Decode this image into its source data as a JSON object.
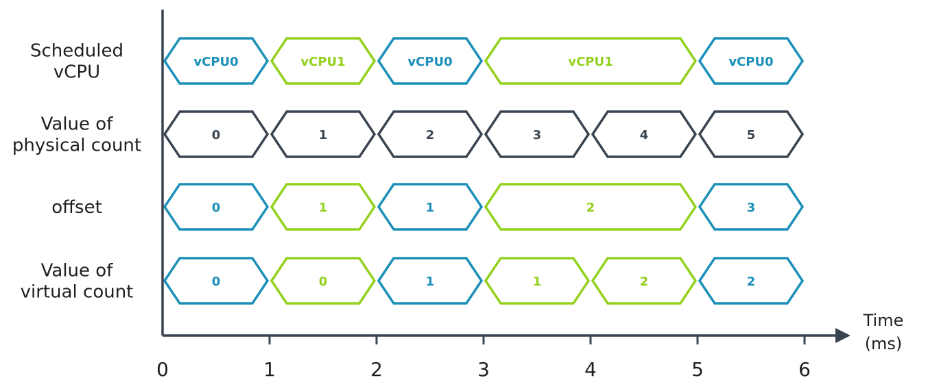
{
  "colors": {
    "blue": "#1b8fb8",
    "green": "#93d11d",
    "dark": "#3a4450",
    "axis": "#3a4450"
  },
  "axis": {
    "title_line1": "Time",
    "title_line2": "(ms)",
    "ticks": [
      "0",
      "1",
      "2",
      "3",
      "4",
      "5",
      "6"
    ]
  },
  "rows": [
    {
      "label_lines": [
        "Scheduled",
        "vCPU"
      ],
      "segments": [
        {
          "start": 0,
          "end": 1,
          "text": "vCPU0",
          "color": "blue"
        },
        {
          "start": 1,
          "end": 2,
          "text": "vCPU1",
          "color": "green"
        },
        {
          "start": 2,
          "end": 3,
          "text": "vCPU0",
          "color": "blue"
        },
        {
          "start": 3,
          "end": 5,
          "text": "vCPU1",
          "color": "green"
        },
        {
          "start": 5,
          "end": 6,
          "text": "vCPU0",
          "color": "blue"
        }
      ]
    },
    {
      "label_lines": [
        "Value of",
        "physical count"
      ],
      "segments": [
        {
          "start": 0,
          "end": 1,
          "text": "0",
          "color": "dark"
        },
        {
          "start": 1,
          "end": 2,
          "text": "1",
          "color": "dark"
        },
        {
          "start": 2,
          "end": 3,
          "text": "2",
          "color": "dark"
        },
        {
          "start": 3,
          "end": 4,
          "text": "3",
          "color": "dark"
        },
        {
          "start": 4,
          "end": 5,
          "text": "4",
          "color": "dark"
        },
        {
          "start": 5,
          "end": 6,
          "text": "5",
          "color": "dark"
        }
      ]
    },
    {
      "label_lines": [
        "offset"
      ],
      "segments": [
        {
          "start": 0,
          "end": 1,
          "text": "0",
          "color": "blue"
        },
        {
          "start": 1,
          "end": 2,
          "text": "1",
          "color": "green"
        },
        {
          "start": 2,
          "end": 3,
          "text": "1",
          "color": "blue"
        },
        {
          "start": 3,
          "end": 5,
          "text": "2",
          "color": "green"
        },
        {
          "start": 5,
          "end": 6,
          "text": "3",
          "color": "blue"
        }
      ]
    },
    {
      "label_lines": [
        "Value of",
        "virtual count"
      ],
      "segments": [
        {
          "start": 0,
          "end": 1,
          "text": "0",
          "color": "blue"
        },
        {
          "start": 1,
          "end": 2,
          "text": "0",
          "color": "green"
        },
        {
          "start": 2,
          "end": 3,
          "text": "1",
          "color": "blue"
        },
        {
          "start": 3,
          "end": 4,
          "text": "1",
          "color": "green"
        },
        {
          "start": 4,
          "end": 5,
          "text": "2",
          "color": "green"
        },
        {
          "start": 5,
          "end": 6,
          "text": "2",
          "color": "blue"
        }
      ]
    }
  ]
}
